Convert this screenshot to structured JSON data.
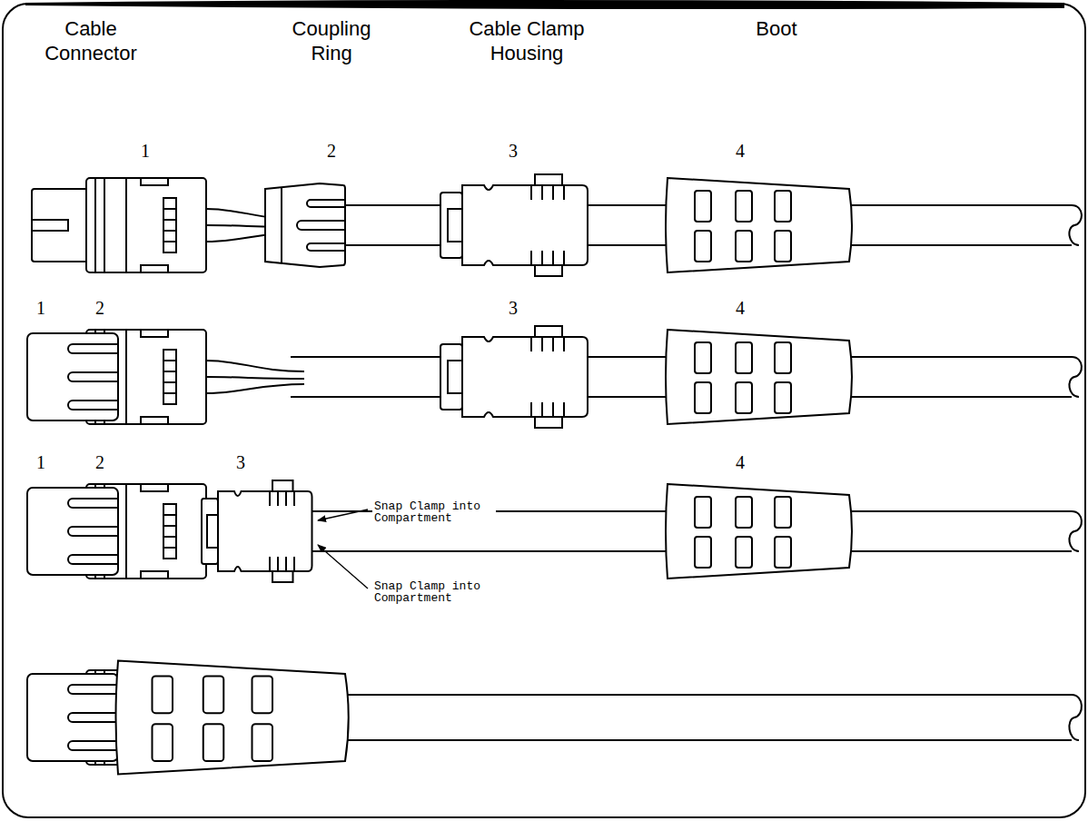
{
  "diagram": {
    "labels": [
      "Cable Connector",
      "Coupling Ring",
      "Cable Clamp Housing",
      "Boot",
      "1",
      "2",
      "3",
      "4",
      "1",
      "2",
      "3",
      "4",
      "1",
      "2",
      "3",
      "Snap Clamp into Compartment",
      "4",
      "Snap Clamp into Compartment"
    ]
  }
}
